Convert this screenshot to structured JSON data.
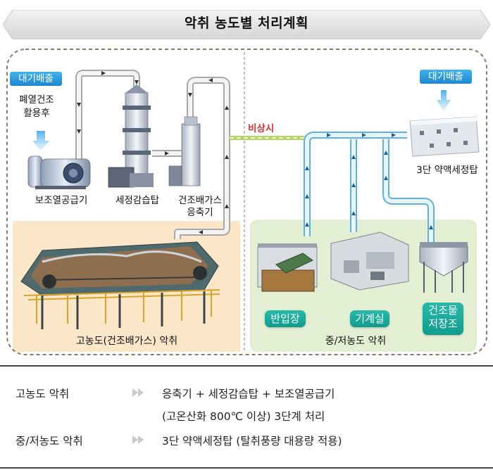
{
  "title": "악취 농도별 처리계획",
  "left": {
    "exhaust_badge": "대기배출",
    "reuse_note_1": "폐열건조",
    "reuse_note_2": "활용후",
    "labels": {
      "aux_heater": "보조열공급기",
      "scrubber": "세정감습탑",
      "condenser_1": "건조배가스",
      "condenser_2": "응축기"
    },
    "caption": "고농도(건조배가스) 악취"
  },
  "emergency_label": "비상시",
  "right": {
    "exhaust_badge": "대기배출",
    "tower_label": "3단 약액세정탑",
    "badges": {
      "receiving": "반입장",
      "machine_room": "기계실",
      "storage_1": "건조물",
      "storage_2": "저장조"
    },
    "caption": "중/저농도 악취"
  },
  "summary": {
    "rows": [
      {
        "label": "고농도 악취",
        "line1": "응축기 + 세정감습탑 + 보조열공급기",
        "line2": "(고온산화 800℃ 이상) 3단계 처리"
      },
      {
        "label": "중/저농도 악취",
        "line1": "3단 약액세정탑 (탈취풍량 대용량 적용)"
      }
    ]
  },
  "colors": {
    "left_panel": "#fbe6c8",
    "right_panel": "#e3efd2",
    "badge_blue": "#2a9be0",
    "badge_green": "#14a596",
    "emergency": "#e03030",
    "high_pipe": "#d9d9d9",
    "low_pipe": "#5fb0ea",
    "emergency_pipe": "#b5d566"
  }
}
